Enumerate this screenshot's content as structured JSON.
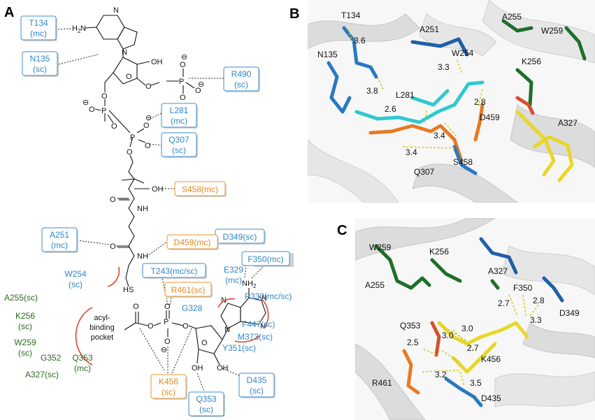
{
  "panels": {
    "a": "A",
    "b": "B",
    "c": "C"
  },
  "scheme": {
    "atoms": {
      "h2n": "H",
      "h2n_sub": "2",
      "h2n_n": "N",
      "n": "N",
      "o": "O",
      "p": "P",
      "oh": "OH",
      "minus": "⊖",
      "nh": "NH",
      "hs": "HS",
      "nh2": "NH",
      "nh2_sub": "2"
    },
    "blue_boxes": [
      {
        "id": "t134",
        "lines": [
          "T134",
          "(mc)"
        ]
      },
      {
        "id": "n135",
        "lines": [
          "N135",
          "(sc)"
        ]
      },
      {
        "id": "r490",
        "lines": [
          "R490",
          "(sc)"
        ]
      },
      {
        "id": "l281",
        "lines": [
          "L281",
          "(mc)"
        ]
      },
      {
        "id": "q307",
        "lines": [
          "Q307",
          "(sc)"
        ]
      },
      {
        "id": "a251",
        "lines": [
          "A251",
          "(mc)"
        ]
      },
      {
        "id": "d349",
        "lines": [
          "D349(sc)"
        ]
      },
      {
        "id": "f350",
        "lines": [
          "F350(mc)"
        ]
      },
      {
        "id": "t243",
        "lines": [
          "T243(mc/sc)"
        ]
      },
      {
        "id": "d435",
        "lines": [
          "D435",
          "(sc)"
        ]
      },
      {
        "id": "q353b",
        "lines": [
          "Q353",
          "(sc)"
        ]
      }
    ],
    "orange_boxes": [
      {
        "id": "s458",
        "lines": [
          "S458(mc)"
        ]
      },
      {
        "id": "d459",
        "lines": [
          "D459(mc)"
        ]
      },
      {
        "id": "r461",
        "lines": [
          "R461(sc)"
        ]
      },
      {
        "id": "k456",
        "lines": [
          "K456",
          "(sc)"
        ]
      }
    ],
    "blue_labels": {
      "w254": [
        "W254",
        "(sc)"
      ],
      "e329": [
        "E329",
        "(mc)"
      ],
      "g328": "G328",
      "p330": "P330(mc/sc)",
      "f447": "F447(sc)",
      "m373": "M373(sc)",
      "y351": "Y351(sc)"
    },
    "green_labels": {
      "a255": "A255(sc)",
      "k256": [
        "K256",
        "(sc)"
      ],
      "w259": [
        "W259",
        "(sc)"
      ],
      "g352": "G352",
      "q353": [
        "Q353",
        "(mc)"
      ],
      "a327": "A327(sc)"
    },
    "pocket": [
      "acyl-",
      "binding",
      "pocket"
    ]
  },
  "panel_b": {
    "residues": [
      "T134",
      "N135",
      "A251",
      "A255",
      "W259",
      "W254",
      "K256",
      "L281",
      "D459",
      "A327",
      "S458",
      "Q307"
    ],
    "distances": [
      "3.6",
      "3.3",
      "3.8",
      "2.8",
      "2.6",
      "3.4",
      "3.4"
    ]
  },
  "panel_c": {
    "residues": [
      "W259",
      "K256",
      "A327",
      "A255",
      "F350",
      "D349",
      "Q353",
      "K456",
      "R461",
      "D435"
    ],
    "distances": [
      "2.7",
      "2.8",
      "3.3",
      "3.0",
      "3.0",
      "2.5",
      "2.7",
      "3.2",
      "3.5"
    ]
  }
}
